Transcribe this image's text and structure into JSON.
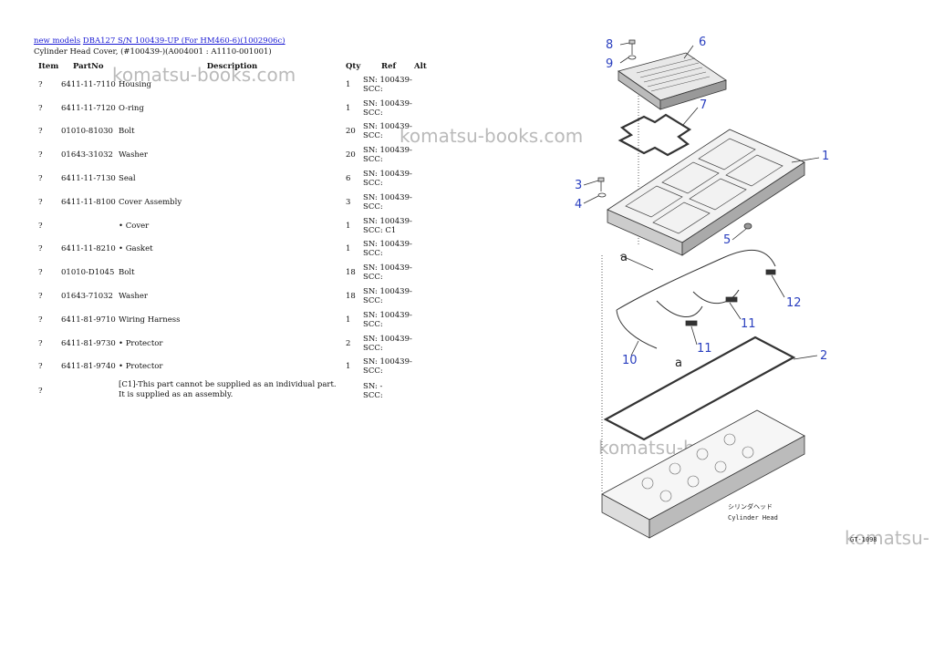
{
  "breadcrumb": {
    "link1": "new models",
    "link2": "DBA127 S/N 100439-UP (For HM460-6)(1002906c)"
  },
  "subtitle": "Cylinder Head Cover, (#100439-)(A004001 : A1110-001001)",
  "table": {
    "headers": {
      "item": "Item",
      "partno": "PartNo",
      "description": "Description",
      "qty": "Qty",
      "ref": "Ref",
      "alt": "Alt"
    },
    "rows": [
      {
        "item": "?",
        "partno": "6411-11-7110",
        "description": "Housing",
        "qty": "1",
        "ref1": "SN: 100439-",
        "ref2": "SCC:"
      },
      {
        "item": "?",
        "partno": "6411-11-7120",
        "description": "O-ring",
        "qty": "1",
        "ref1": "SN: 100439-",
        "ref2": "SCC:"
      },
      {
        "item": "?",
        "partno": "01010-81030",
        "description": "Bolt",
        "qty": "20",
        "ref1": "SN: 100439-",
        "ref2": "SCC:"
      },
      {
        "item": "?",
        "partno": "01643-31032",
        "description": "Washer",
        "qty": "20",
        "ref1": "SN: 100439-",
        "ref2": "SCC:"
      },
      {
        "item": "?",
        "partno": "6411-11-7130",
        "description": "Seal",
        "qty": "6",
        "ref1": "SN: 100439-",
        "ref2": "SCC:"
      },
      {
        "item": "?",
        "partno": "6411-11-8100",
        "description": "Cover Assembly",
        "qty": "3",
        "ref1": "SN: 100439-",
        "ref2": "SCC:"
      },
      {
        "item": "?",
        "partno": "",
        "description": "• Cover",
        "qty": "1",
        "ref1": "SN: 100439-",
        "ref2": "SCC: C1"
      },
      {
        "item": "?",
        "partno": "6411-11-8210",
        "description": "• Gasket",
        "qty": "1",
        "ref1": "SN: 100439-",
        "ref2": "SCC:"
      },
      {
        "item": "?",
        "partno": "01010-D1045",
        "description": "Bolt",
        "qty": "18",
        "ref1": "SN: 100439-",
        "ref2": "SCC:"
      },
      {
        "item": "?",
        "partno": "01643-71032",
        "description": "Washer",
        "qty": "18",
        "ref1": "SN: 100439-",
        "ref2": "SCC:"
      },
      {
        "item": "?",
        "partno": "6411-81-9710",
        "description": "Wiring Harness",
        "qty": "1",
        "ref1": "SN: 100439-",
        "ref2": "SCC:"
      },
      {
        "item": "?",
        "partno": "6411-81-9730",
        "description": "• Protector",
        "qty": "2",
        "ref1": "SN: 100439-",
        "ref2": "SCC:"
      },
      {
        "item": "?",
        "partno": "6411-81-9740",
        "description": "• Protector",
        "qty": "1",
        "ref1": "SN: 100439-",
        "ref2": "SCC:"
      }
    ],
    "note": {
      "item": "?",
      "line1": "[C1]-This part cannot be supplied as an individual part.",
      "line2": "It is supplied as an assembly.",
      "ref1": "SN: -",
      "ref2": "SCC:"
    }
  },
  "watermark": "komatsu-books.com",
  "watermark_partial": "komatsu-",
  "diagram": {
    "callouts": [
      "8",
      "9",
      "6",
      "7",
      "1",
      "3",
      "4",
      "5",
      "12",
      "11",
      "11",
      "10",
      "2"
    ],
    "view_marks": [
      "a",
      "a"
    ],
    "head_label_jp": "シリンダヘッド",
    "head_label_en": "Cylinder Head",
    "figure_code": "GT-1098"
  },
  "colors": {
    "link": "#1a1ad4",
    "callout": "#2a3fbf"
  }
}
